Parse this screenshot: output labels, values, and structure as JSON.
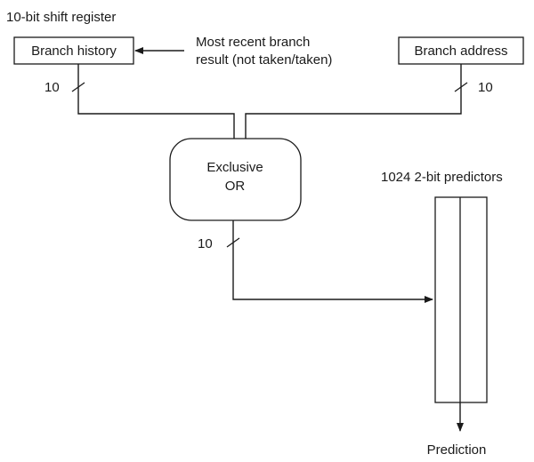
{
  "diagram": {
    "shift_register_label": "10-bit shift register",
    "branch_history_label": "Branch history",
    "recent_result_line1": "Most recent branch",
    "recent_result_line2": "result (not taken/taken)",
    "branch_address_label": "Branch address",
    "history_width_label": "10",
    "address_width_label": "10",
    "xor_label_line1": "Exclusive",
    "xor_label_line2": "OR",
    "xor_output_width_label": "10",
    "predictors_label": "1024 2-bit predictors",
    "prediction_label": "Prediction"
  }
}
